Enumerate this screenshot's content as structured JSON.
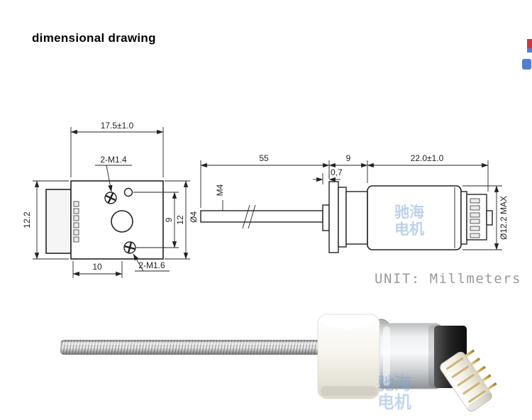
{
  "page": {
    "title": "dimensional drawing",
    "unit_label": "UNIT: Millmeters",
    "watermark": {
      "line1": "驰海",
      "line2": "电机"
    }
  },
  "front_view": {
    "width_dim": "17.5±1.0",
    "height_dim": "12.2",
    "screw_top_label": "2-M1.4",
    "screw_bottom_label": "2-M1.6",
    "hole_dim_inner": "9",
    "hole_dim_outer": "12",
    "bottom_dim": "10"
  },
  "side_view": {
    "screw_length_dim": "55",
    "gearbox_length_dim": "9",
    "plate_thickness_dim": "0,7",
    "motor_length_dim": "22.0±1.0",
    "thread_label": "M4",
    "screw_diameter": "Ø4",
    "motor_diameter": "Ø12.2 MAX"
  },
  "colors": {
    "line": "#222222",
    "unit_text": "#999999",
    "watermark_blue": "#7aa5d8",
    "edge_mark_red": "#d2343f",
    "edge_mark_blue": "#4f7fd0",
    "gold_pin": "#c9a24a"
  }
}
